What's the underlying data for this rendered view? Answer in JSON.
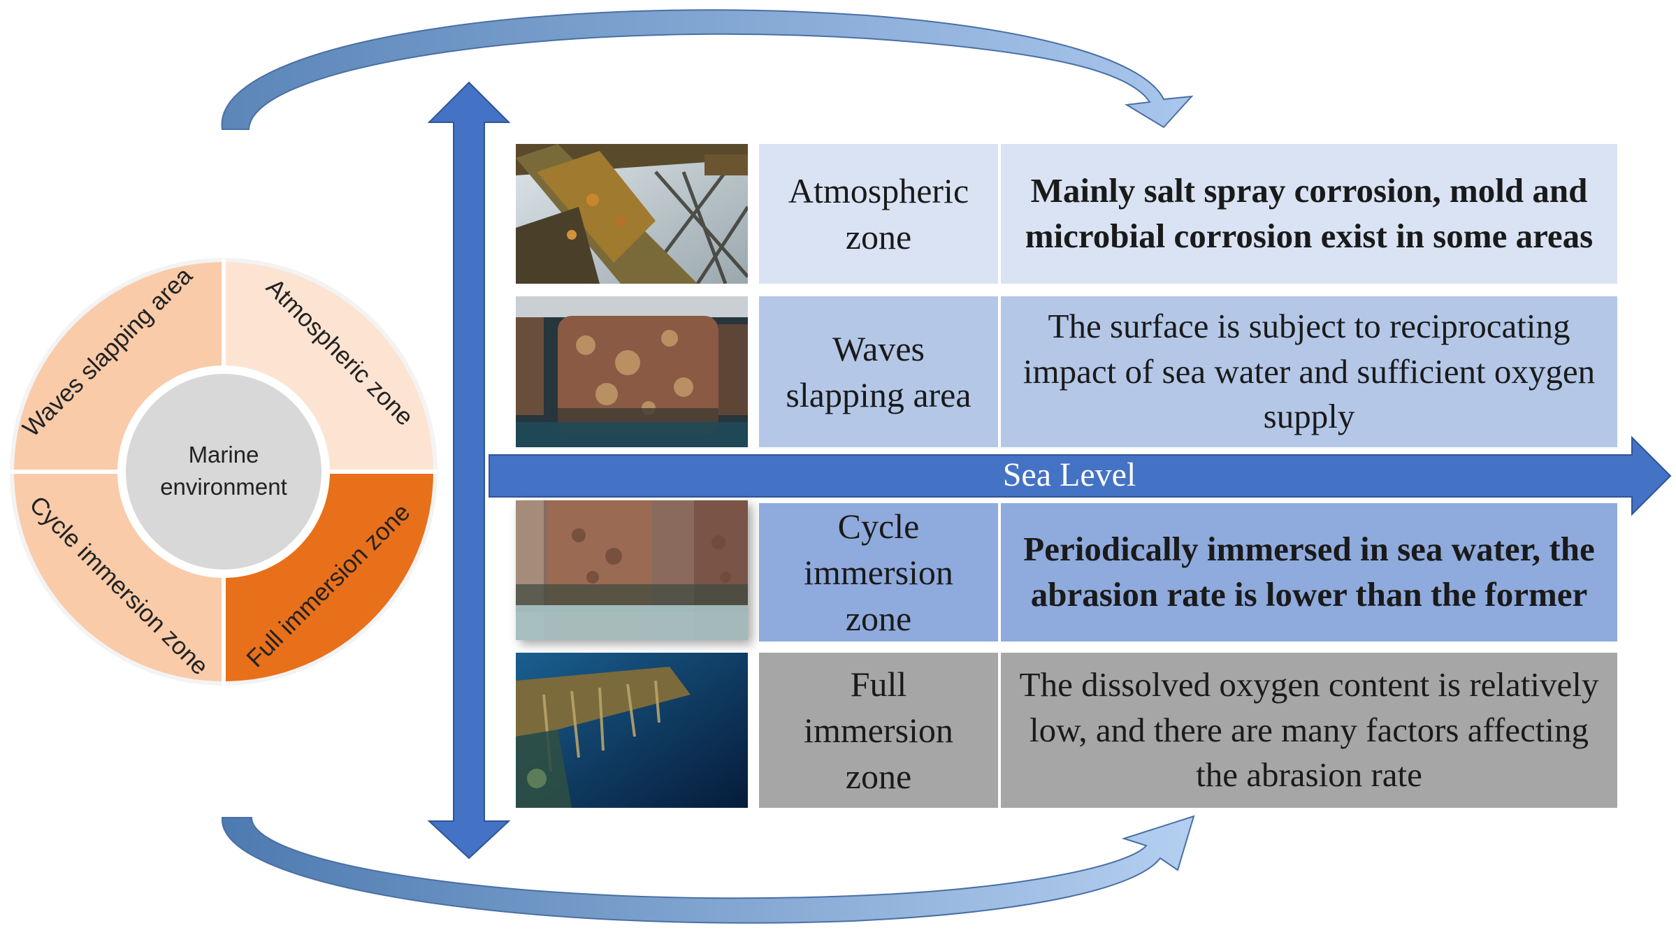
{
  "donut": {
    "center_label": [
      "Marine",
      "environment"
    ],
    "segments": [
      {
        "label": "Waves slapping area",
        "color": "#f9cba9"
      },
      {
        "label": "Atmospheric zone",
        "color": "#fde4d2"
      },
      {
        "label": "Full immersion zone",
        "color": "#e8701a"
      },
      {
        "label": "Cycle immersion zone",
        "color": "#f9cba9"
      }
    ],
    "center_color": "#d8d8d8"
  },
  "sea_level": {
    "label": "Sea Level",
    "color": "#4472c4"
  },
  "rows": [
    {
      "zone": "Atmospheric zone",
      "description": "Mainly salt spray corrosion, mold and microbial corrosion exist in some areas",
      "bold": true,
      "row_color": "#dae3f3"
    },
    {
      "zone": "Waves slapping area",
      "description": "The surface is subject to reciprocating impact of sea water and sufficient oxygen supply",
      "bold": false,
      "row_color": "#b4c7e7"
    },
    {
      "zone": "Cycle immersion zone",
      "description": "Periodically immersed in sea water, the abrasion rate is lower than the former",
      "bold": true,
      "row_color": "#8faadc"
    },
    {
      "zone": "Full immersion zone",
      "description": "The dissolved oxygen content is relatively low, and there are many factors affecting the abrasion rate",
      "bold": false,
      "row_color": "#a6a6a6"
    }
  ],
  "photos": [
    {
      "icon": "rusted-steel-structure-photo"
    },
    {
      "icon": "corroded-pile-at-waterline-photo"
    },
    {
      "icon": "tidal-zone-piles-photo"
    },
    {
      "icon": "underwater-shipwreck-photo"
    }
  ]
}
